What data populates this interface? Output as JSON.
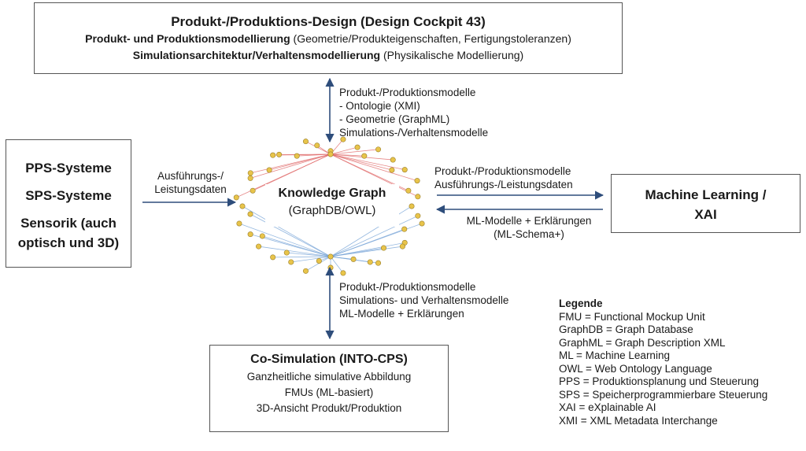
{
  "top_box": {
    "title": "Produkt-/Produktions-Design (Design Cockpit 43)",
    "line2_bold": "Produkt- und Produktionsmodellierung",
    "line2_rest": " (Geometrie/Produkteigenschaften, Fertigungstoleranzen)",
    "line3_bold": "Simulationsarchitektur/Verhaltensmodellierung",
    "line3_rest": " (Physikalische Modellierung)"
  },
  "left_box": {
    "lines": [
      "PPS-Systeme",
      "SPS-Systeme",
      "Sensorik (auch optisch und 3D)"
    ]
  },
  "right_box": {
    "title": "Machine Learning / XAI"
  },
  "bottom_box": {
    "title": "Co-Simulation (INTO-CPS)",
    "lines": [
      "Ganzheitliche simulative Abbildung",
      "FMUs (ML-basiert)",
      "3D-Ansicht Produkt/Produktion"
    ]
  },
  "center": {
    "title": "Knowledge Graph",
    "subtitle": "(GraphDB/OWL)"
  },
  "edges": {
    "top": [
      "Produkt-/Produktionsmodelle",
      "- Ontologie (XMI)",
      "- Geometrie (GraphML)",
      "Simulations-/Verhaltensmodelle"
    ],
    "left": [
      "Ausführungs-/",
      "Leistungsdaten"
    ],
    "right_out": [
      "Produkt-/Produktionsmodelle",
      "Ausführungs-/Leistungsdaten"
    ],
    "right_in": [
      "ML-Modelle + Erklärungen",
      "(ML-Schema+)"
    ],
    "bottom": [
      "Produkt-/Produktionsmodelle",
      "Simulations- und Verhaltensmodelle",
      "ML-Modelle + Erklärungen"
    ]
  },
  "legend": {
    "title": "Legende",
    "items": [
      "FMU = Functional Mockup Unit",
      "GraphDB = Graph Database",
      "GraphML = Graph Description XML",
      "ML = Machine Learning",
      "OWL = Web Ontology Language",
      "PPS = Produktionsplanung und Steuerung",
      "SPS = Speicherprogrammierbare Steuerung",
      "XAI = eXplainable AI",
      "XMI = XML Metadata Interchange"
    ]
  },
  "colors": {
    "arrow": "#2e4d7b",
    "border": "#555555",
    "graph_node": "#e8c44a",
    "graph_edge_red": "#e06a6a",
    "graph_edge_blue": "#7aa6d8"
  }
}
